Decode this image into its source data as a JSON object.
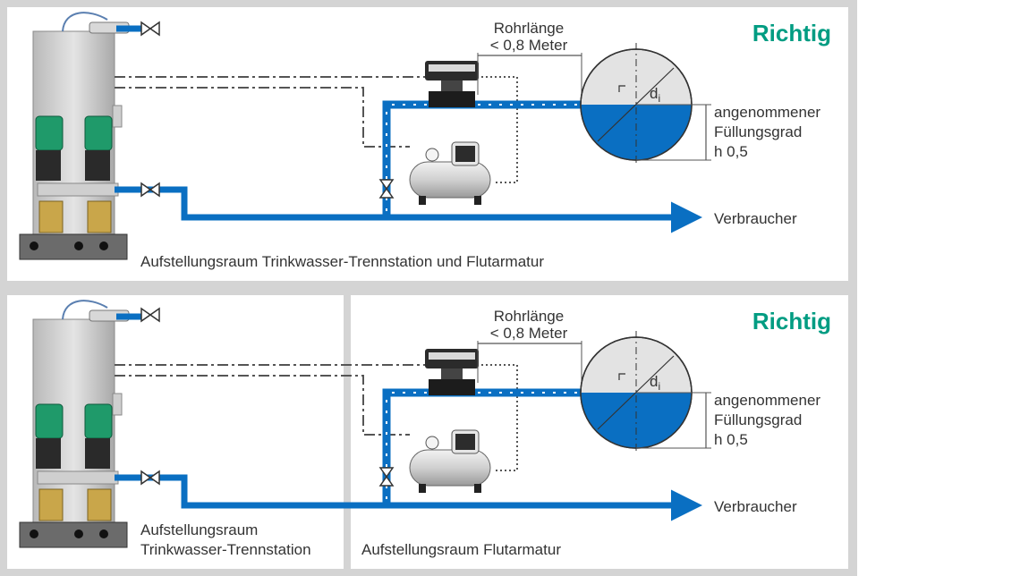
{
  "panels": [
    {
      "status": "Richtig",
      "pipe_length_label": "Rohrlänge",
      "pipe_length_value": "< 0,8 Meter",
      "diameter_label": "d",
      "diameter_subscript": "i",
      "fill_label_line1": "angenommener",
      "fill_label_line2": "Füllungsgrad",
      "fill_label_line3": "h 0,5",
      "consumer_label": "Verbraucher",
      "room_label": "Aufstellungsraum Trinkwasser-Trennstation und Flutarmatur"
    },
    {
      "status": "Richtig",
      "pipe_length_label": "Rohrlänge",
      "pipe_length_value": "< 0,8 Meter",
      "diameter_label": "d",
      "diameter_subscript": "i",
      "fill_label_line1": "angenommener",
      "fill_label_line2": "Füllungsgrad",
      "fill_label_line3": "h 0,5",
      "consumer_label": "Verbraucher",
      "room_label_left_line1": "Aufstellungsraum",
      "room_label_left_line2": "Trinkwasser-Trennstation",
      "room_label_right": "Aufstellungsraum Flutarmatur"
    }
  ],
  "colors": {
    "pipe": "#0a6fc2",
    "accent": "#009c82",
    "frame": "#d4d4d4",
    "water": "#0a6fc2",
    "tank_air": "#e3e3e3"
  }
}
